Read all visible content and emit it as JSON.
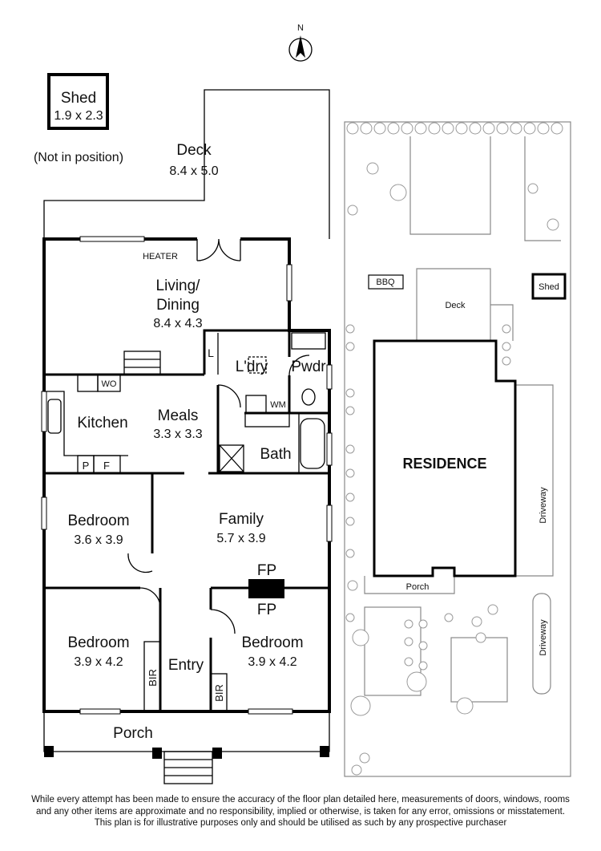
{
  "compass": {
    "label": "N"
  },
  "shed": {
    "title": "Shed",
    "size": "1.9 x 2.3",
    "note": "(Not in position)"
  },
  "rooms": {
    "deck": {
      "name": "Deck",
      "size": "8.4 x 5.0"
    },
    "living": {
      "name1": "Living/",
      "name2": "Dining",
      "size": "8.4 x 4.3"
    },
    "heater": "HEATER",
    "laundry": "L'dry",
    "linen": "L",
    "powder": "Pwdr",
    "wm": "WM",
    "wo": "WO",
    "kitchen": "Kitchen",
    "pantry": "P",
    "fridge": "F",
    "meals": {
      "name": "Meals",
      "size": "3.3 x 3.3"
    },
    "bath": "Bath",
    "bedroom1": {
      "name": "Bedroom",
      "size": "3.6 x 3.9"
    },
    "family": {
      "name": "Family",
      "size": "5.7 x 3.9"
    },
    "fp_top": "FP",
    "fp_bottom": "FP",
    "bedroom2": {
      "name": "Bedroom",
      "size": "3.9 x 4.2"
    },
    "bedroom3": {
      "name": "Bedroom",
      "size": "3.9 x 4.2"
    },
    "bir1": "BIR",
    "bir2": "BIR",
    "entry": "Entry",
    "porch": "Porch"
  },
  "site": {
    "residence": "RESIDENCE",
    "deck": "Deck",
    "bbq": "BBQ",
    "shed": "Shed",
    "porch": "Porch",
    "driveway1": "Driveway",
    "driveway2": "Driveway"
  },
  "disclaimer": [
    "While every attempt has been made to ensure the accuracy of the floor plan detailed here, measurements of doors, windows, rooms",
    "and any other items are approximate and no responsibility, implied or otherwise, is taken for any error, omissions or misstatement.",
    "This plan is for illustrative purposes only and should be utilised as such by any prospective purchaser"
  ]
}
